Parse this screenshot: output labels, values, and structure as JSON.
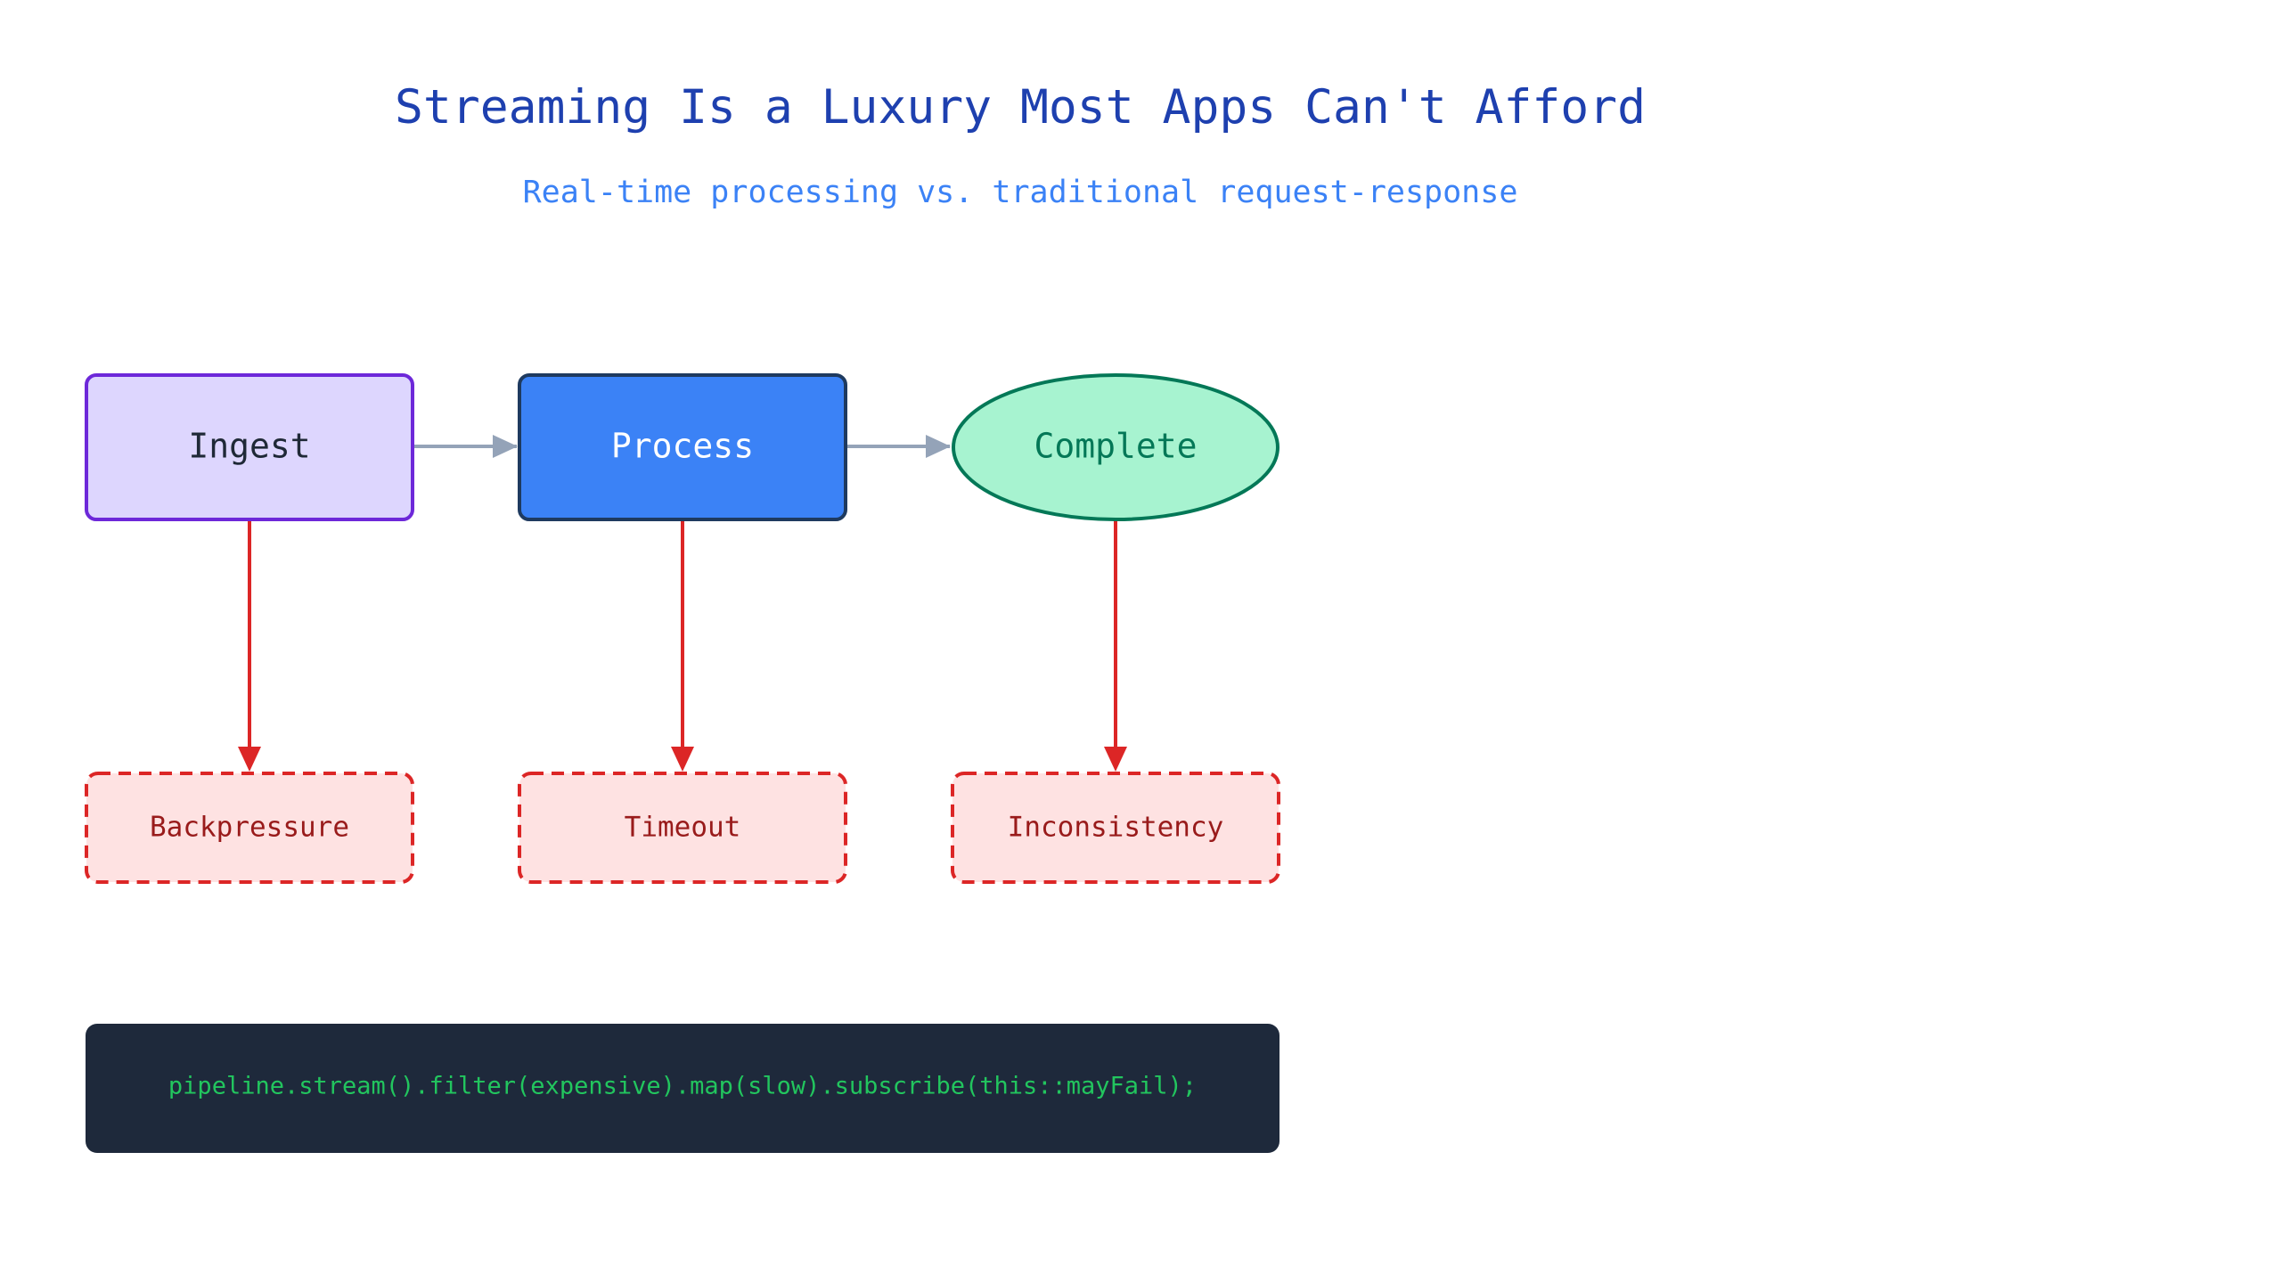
{
  "header": {
    "title": "Streaming Is a Luxury Most Apps Can't Afford",
    "subtitle": "Real-time processing vs. traditional request-response"
  },
  "nodes": {
    "ingest": "Ingest",
    "process": "Process",
    "complete": "Complete"
  },
  "failures": {
    "backpressure": "Backpressure",
    "timeout": "Timeout",
    "inconsistency": "Inconsistency"
  },
  "code": {
    "snippet": "pipeline.stream().filter(expensive).map(slow).subscribe(this::mayFail);"
  },
  "colors": {
    "title": "#1e40af",
    "subtitle": "#3b82f6",
    "ingest_fill": "#ddd6fe",
    "ingest_stroke": "#6d28d9",
    "process_fill": "#3b82f6",
    "process_stroke": "#1e3a5f",
    "complete_fill": "#a7f3d0",
    "complete_stroke": "#047857",
    "failure_fill": "#fee2e2",
    "failure_stroke": "#dc2626",
    "failure_text": "#991b1b",
    "flow_arrow": "#94a3b8",
    "code_bg": "#1e293b",
    "code_text": "#22c55e"
  }
}
